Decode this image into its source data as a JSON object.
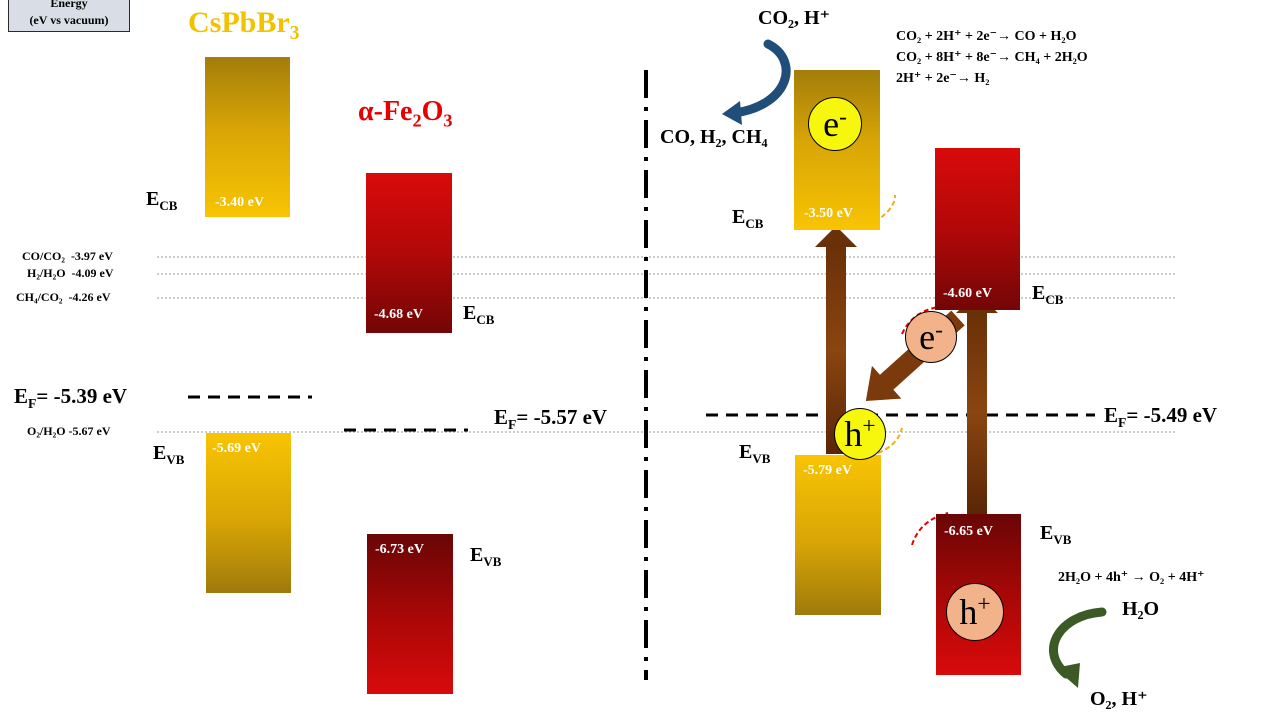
{
  "energy_box": {
    "line1": "Energy",
    "line2": "(eV vs vacuum)"
  },
  "left": {
    "cspbbr3": {
      "name_base": "CsPbBr",
      "name_sub": "3",
      "color": "#f2c200",
      "cb_value": "-3.40 eV",
      "vb_value": "-5.69 eV"
    },
    "fe2o3": {
      "name_base": "α-Fe",
      "name_sub1": "2",
      "name_mid": "O",
      "name_sub2": "3",
      "color": "#e60000",
      "cb_value": "-4.68 eV",
      "vb_value": "-6.73 eV"
    },
    "ef_cspbbr3": "= -5.39 eV",
    "ef_fe2o3": "= -5.57 eV"
  },
  "ref_levels": [
    {
      "label": "CO/CO₂",
      "value": "-3.97 eV"
    },
    {
      "label": "H₂/H₂O",
      "value": "-4.09 eV"
    },
    {
      "label": "CH₄/CO₂",
      "value": "-4.26 eV"
    },
    {
      "label": "O₂/H₂O",
      "value": "-5.67 eV"
    }
  ],
  "band_edge": {
    "E": "E",
    "cb": "CB",
    "vb": "VB",
    "F": "F"
  },
  "right": {
    "cspbbr3_cb": "-3.50 eV",
    "cspbbr3_vb": "-5.79 eV",
    "fe2o3_cb": "-4.60 eV",
    "fe2o3_vb": "-6.65 eV",
    "ef": "= -5.49 eV",
    "electron": "e",
    "electron_sup": "-",
    "hole": "h",
    "hole_sup": "+"
  },
  "reactions": {
    "reactants_top": "CO₂, H⁺",
    "products_top": "CO, H₂, CH₄",
    "eq1": "CO₂ + 2H⁺ + 2e⁻→ CO + H₂O",
    "eq2": "CO₂ + 8H⁺ + 8e⁻→ CH₄ + 2H₂O",
    "eq3": "2H⁺ + 2e⁻→ H₂",
    "eq4": "2H₂O + 4h⁺ → O₂ + 4H⁺",
    "reactant_bottom": "H₂O",
    "products_bottom": "O₂, H⁺"
  },
  "colors": {
    "gold": "#f8c403",
    "red": "#d90a0a",
    "arrow_brown": "#7a3a0c",
    "curve_blue": "#1f4e79",
    "curve_green": "#3b5a26"
  }
}
